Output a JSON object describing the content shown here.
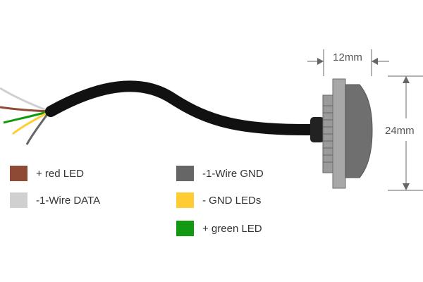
{
  "dimensions": {
    "width_label": "12mm",
    "height_label": "24mm"
  },
  "legend": [
    {
      "label": "+ red LED",
      "color": "#8e4a35"
    },
    {
      "label": "-1-Wire DATA",
      "color": "#d0d0d0"
    },
    {
      "label": "-1-Wire GND",
      "color": "#666666"
    },
    {
      "label": "- GND LEDs",
      "color": "#ffcc33"
    },
    {
      "label": "+ green LED",
      "color": "#119911"
    }
  ],
  "wire_colors": {
    "red": "#8e4a35",
    "white": "#d0d0d0",
    "green": "#119911",
    "yellow": "#ffcc33",
    "gray": "#666666",
    "cable": "#111111"
  }
}
